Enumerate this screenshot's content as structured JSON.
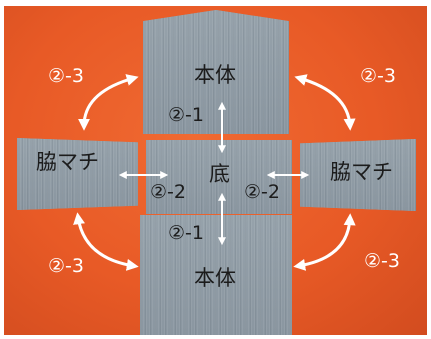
{
  "pieces": {
    "body_top_label": "本体",
    "body_bottom_label": "本体",
    "base_label": "底",
    "gusset_left_label": "脇マチ",
    "gusset_right_label": "脇マチ"
  },
  "steps": {
    "top_vertical": "②-1",
    "bottom_vertical": "②-1",
    "left_horizontal": "②-2",
    "right_horizontal": "②-2",
    "top_left_curve": "②-3",
    "top_right_curve": "②-3",
    "bottom_left_curve": "②-3",
    "bottom_right_curve": "②-3"
  },
  "colors": {
    "background": "#e85a26",
    "fabric": "#8e9aa3",
    "arrow": "#ffffff",
    "text_on_fabric": "#1c1c1c",
    "text_on_background": "#ffffff"
  }
}
